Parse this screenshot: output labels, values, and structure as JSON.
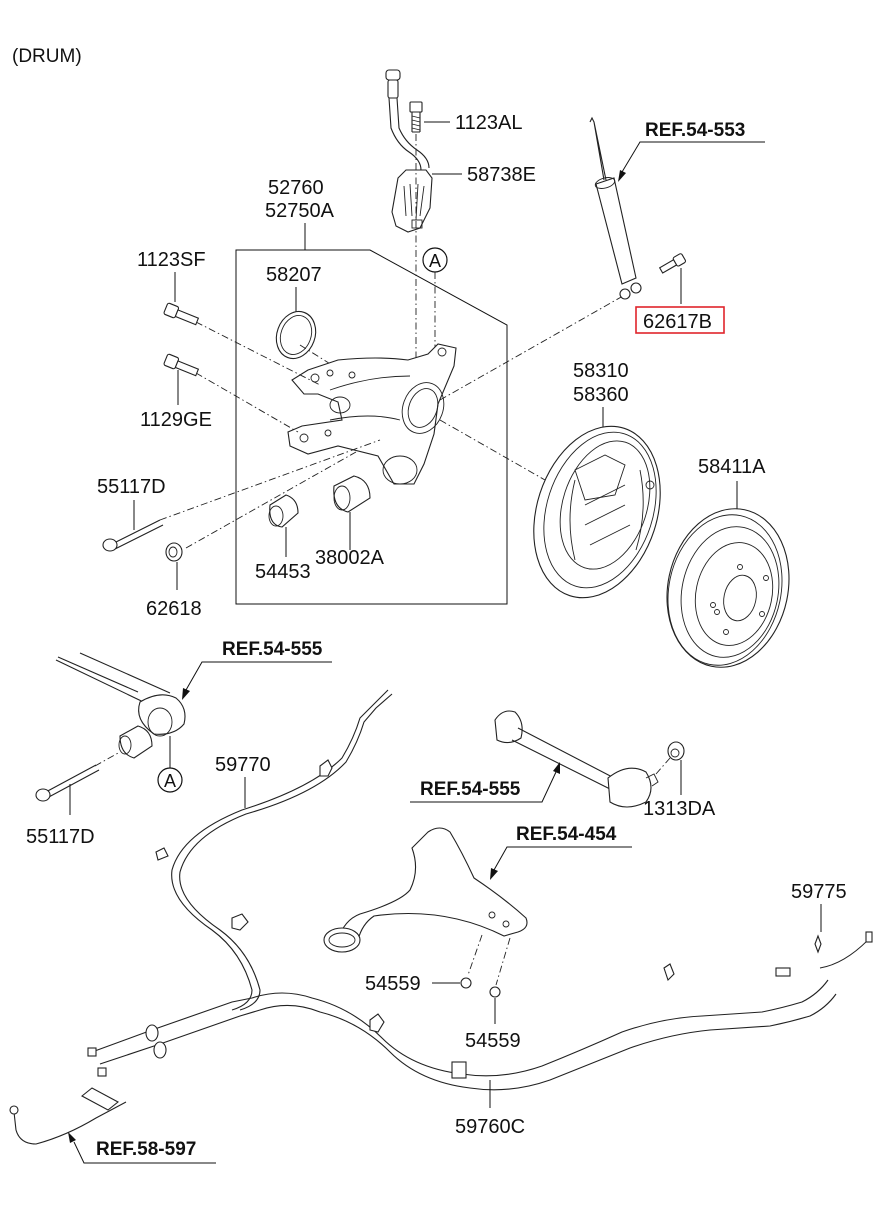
{
  "title": "(DRUM)",
  "labels": {
    "p1123AL": "1123AL",
    "p58738E": "58738E",
    "p52760": "52760",
    "p52750A": "52750A",
    "p1123SF": "1123SF",
    "p58207": "58207",
    "p1129GE": "1129GE",
    "p55117D_top": "55117D",
    "p62618": "62618",
    "p54453": "54453",
    "p38002A": "38002A",
    "p62617B": "62617B",
    "p58310": "58310",
    "p58360": "58360",
    "p58411A": "58411A",
    "p55117D_bottom": "55117D",
    "p59770": "59770",
    "p1313DA": "1313DA",
    "p54559_left": "54559",
    "p54559_right": "54559",
    "p59775": "59775",
    "p59760C": "59760C"
  },
  "references": {
    "ref_54_553": "REF.54-553",
    "ref_54_555_left": "REF.54-555",
    "ref_54_555_right": "REF.54-555",
    "ref_54_454": "REF.54-454",
    "ref_58_597": "REF.58-597"
  },
  "markers": {
    "A_top": "A",
    "A_bottom": "A"
  },
  "highlighted_part": "62617B",
  "colors": {
    "highlight": "#e0242b",
    "line": "#222222",
    "background": "#ffffff"
  }
}
